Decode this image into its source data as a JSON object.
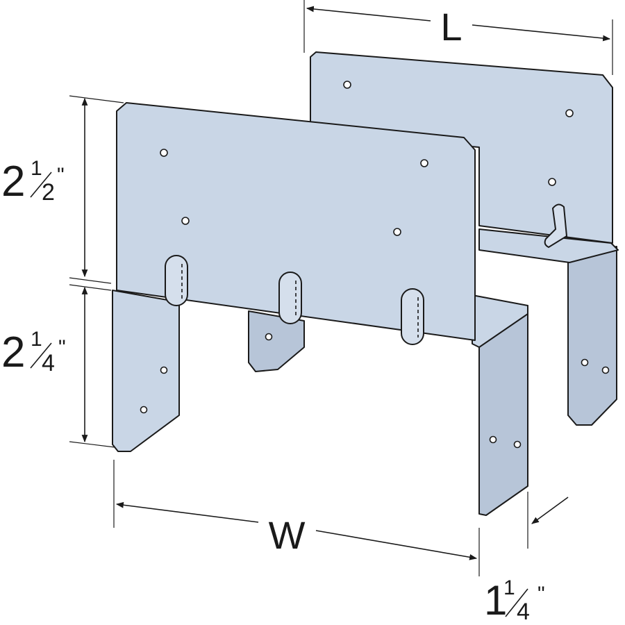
{
  "dimensions": {
    "length_label": "L",
    "width_label": "W",
    "upper_height": {
      "whole": "2",
      "numerator": "1",
      "denominator": "2",
      "mark": "\""
    },
    "lower_height": {
      "whole": "2",
      "numerator": "1",
      "denominator": "4",
      "mark": "\""
    },
    "flange_depth": {
      "whole": "1",
      "numerator": "1",
      "denominator": "4",
      "mark": "\""
    }
  }
}
